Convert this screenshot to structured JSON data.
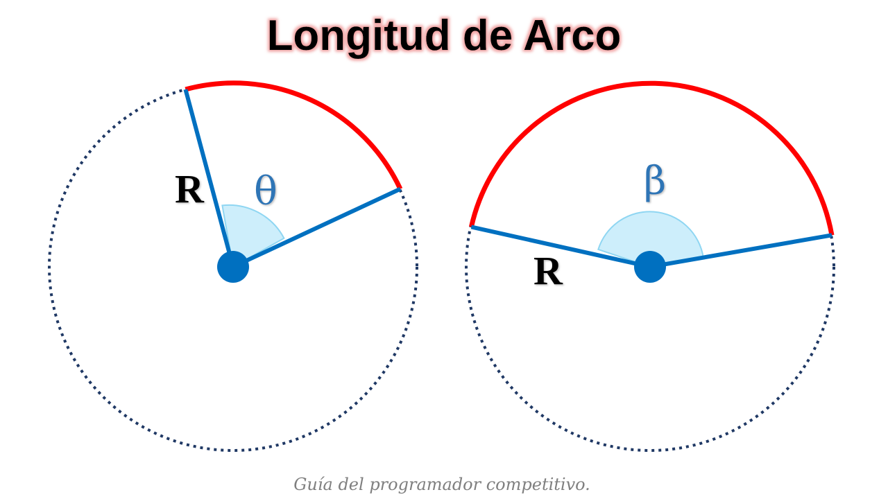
{
  "title": "Longitud de Arco",
  "footer": "Guía del programador competitivo.",
  "colors": {
    "title_fill": "#000000",
    "title_glow": "#f0a0a0",
    "arc": "#ff0000",
    "radius_line": "#0070c0",
    "center_dot": "#0070c0",
    "angle_fill": "#cdeefb",
    "angle_stroke": "#8fd6f2",
    "dotted_circle": "#1f3864",
    "greek_label": "#2e75b6",
    "footer_text": "#7f7f7f"
  },
  "diagrams": [
    {
      "radius_label": "R",
      "angle_label": "θ"
    },
    {
      "radius_label": "R",
      "angle_label": "β"
    }
  ]
}
